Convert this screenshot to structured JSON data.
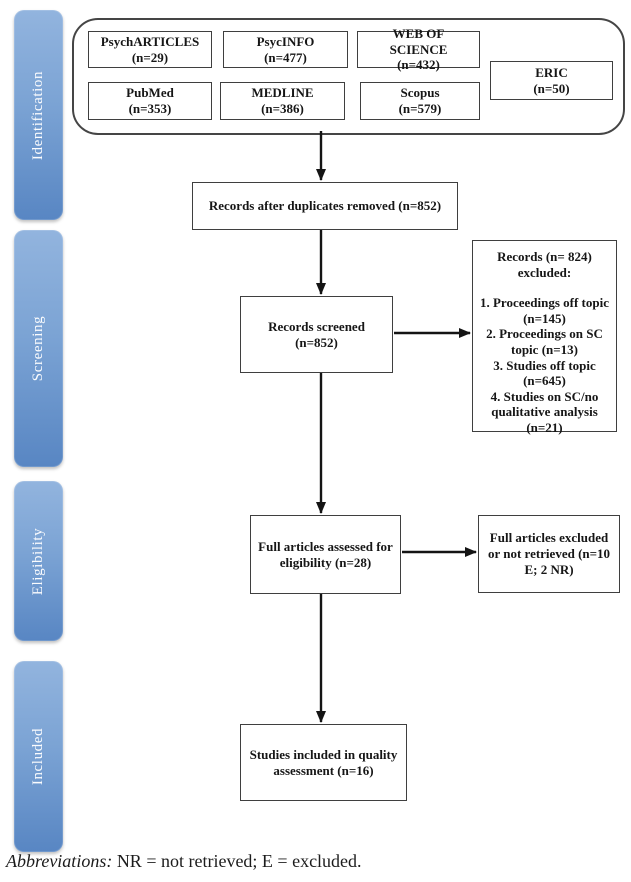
{
  "stages": [
    {
      "label": "Identification"
    },
    {
      "label": "Screening"
    },
    {
      "label": "Eligibility"
    },
    {
      "label": "Included"
    }
  ],
  "databases": [
    {
      "name": "PsychARTICLES",
      "count": "(n=29)"
    },
    {
      "name": "PsycINFO",
      "count": "(n=477)"
    },
    {
      "name": "WEB OF SCIENCE",
      "count": "(n=432)"
    },
    {
      "name": "PubMed",
      "count": "(n=353)"
    },
    {
      "name": "MEDLINE",
      "count": "(n=386)"
    },
    {
      "name": "Scopus",
      "count": "(n=579)"
    },
    {
      "name": "ERIC",
      "count": "(n=50)"
    }
  ],
  "flow": {
    "duplicates_removed": "Records after duplicates removed (n=852)",
    "records_screened": "Records screened (n=852)",
    "full_articles_assessed": "Full articles assessed for eligibility (n=28)",
    "studies_included": "Studies included in quality assessment (n=16)"
  },
  "exclusions": {
    "screening": {
      "header": "Records (n= 824) excluded:",
      "items": [
        "1. Proceedings off topic (n=145)",
        "2. Proceedings on SC topic (n=13)",
        "3. Studies off topic (n=645)",
        "4. Studies on SC/no qualitative analysis (n=21)"
      ]
    },
    "eligibility": "Full articles excluded or not retrieved (n=10 E; 2 NR)"
  },
  "footer": {
    "label": "Abbreviations:",
    "text": " NR = not retrieved; E = excluded."
  },
  "colors": {
    "stage_gradient_top": "#92b4de",
    "stage_gradient_bottom": "#5886c3",
    "stage_text": "#fbfcfe",
    "box_border": "#3f3f3f",
    "arrow": "#141414"
  }
}
